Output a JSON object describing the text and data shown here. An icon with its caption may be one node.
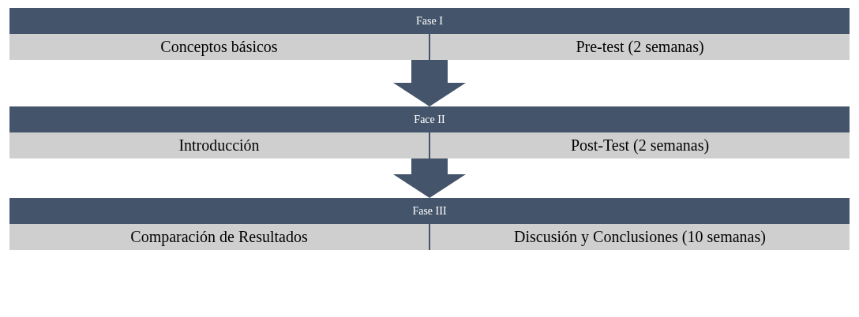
{
  "diagram": {
    "nodes": [
      {
        "text": [
          "Fase I"
        ]
      },
      {
        "text": [
          "Conceptos básicos"
        ],
        "in": 0
      },
      {
        "text": [
          "Pre-test (2 semanas)"
        ],
        "in": 0
      },
      {
        "text": [
          "Face II"
        ]
      },
      {
        "text": [
          "Introducción"
        ],
        "in": 3
      },
      {
        "text": [
          "Post-Test (2 semanas)"
        ],
        "in": 3
      },
      {
        "text": [
          "Fase III"
        ]
      },
      {
        "text": [
          "Comparación de Resultados"
        ],
        "in": 6
      },
      {
        "text": [
          "Discusión y Conclusiones (10 semanas)"
        ],
        "in": 6
      }
    ],
    "edges": [
      {
        "from": 0,
        "to": 3,
        "arrow": "to"
      },
      {
        "from": 3,
        "to": 6,
        "arrow": "to"
      }
    ]
  }
}
